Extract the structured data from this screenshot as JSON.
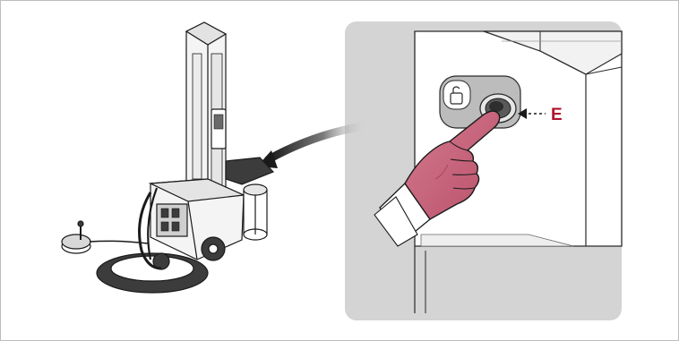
{
  "callout": {
    "label": "E"
  },
  "colors": {
    "border": "#bdbdbd",
    "panel_bg": "#d4d4d4",
    "callout_red": "#b0122b",
    "glove": "#c9647b",
    "glove_shadow": "#a9475f",
    "button_dark": "#2e2e2e"
  },
  "icons": {
    "machine": "machine-illustration",
    "hand": "gloved-hand-pressing-button",
    "button": "push-button",
    "arrow": "pointer-arrow"
  }
}
